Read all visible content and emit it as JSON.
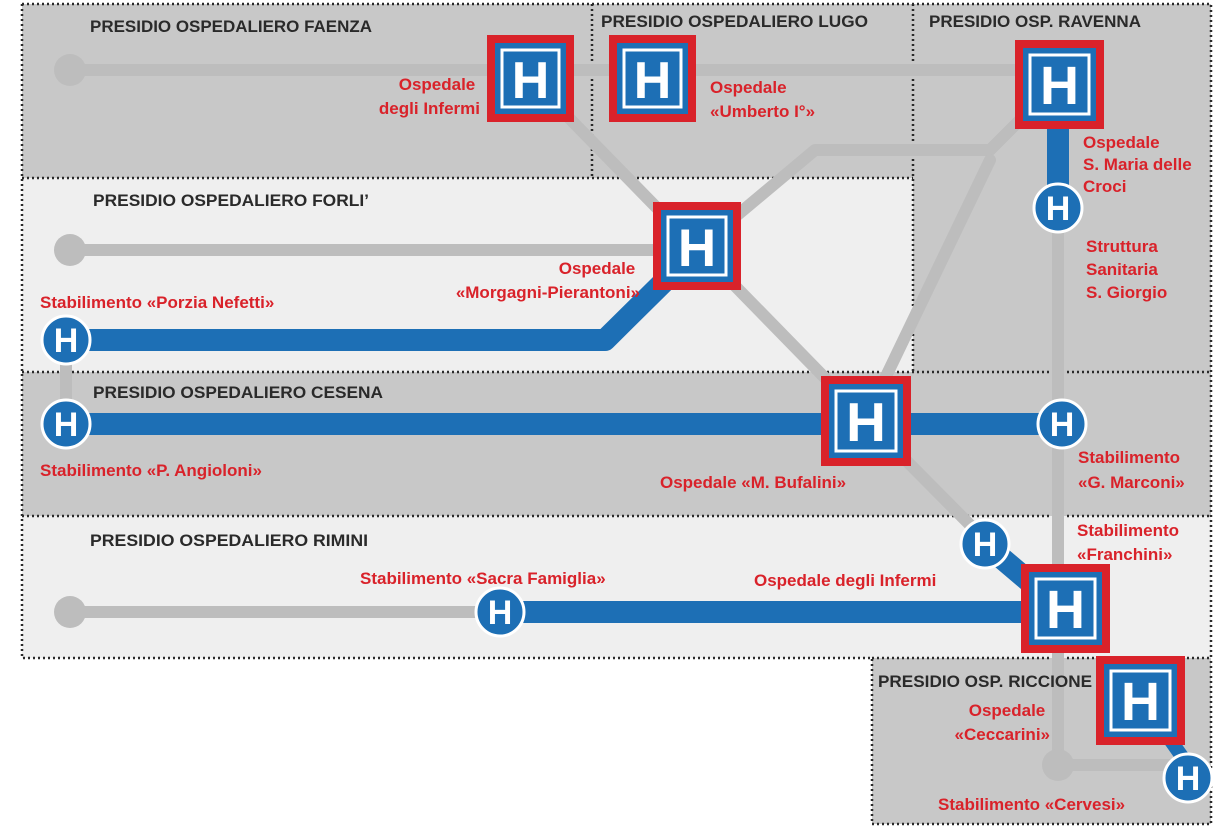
{
  "colors": {
    "zone_dark": "#c8c8c8",
    "zone_light": "#efefef",
    "line_gray": "#bdbdbd",
    "line_blue": "#1d6fb5",
    "hospital_red": "#d9222a",
    "hospital_blue": "#1d6fb5",
    "label_red": "#d9222a",
    "title_text": "#2a2a2a"
  },
  "icon": "hospital-h-icon",
  "hospital_letter": "H",
  "zones": {
    "faenza": "PRESIDIO OSPEDALIERO FAENZA",
    "lugo": "PRESIDIO OSPEDALIERO LUGO",
    "ravenna": "PRESIDIO OSP. RAVENNA",
    "forli": "PRESIDIO OSPEDALIERO FORLI’",
    "cesena": "PRESIDIO OSPEDALIERO CESENA",
    "rimini": "PRESIDIO OSPEDALIERO RIMINI",
    "riccione": "PRESIDIO OSP. RICCIONE"
  },
  "labels": {
    "faenza_hosp": [
      "Ospedale",
      "degli Infermi"
    ],
    "lugo_hosp": [
      "Ospedale",
      "«Umberto I°»"
    ],
    "ravenna_hosp": [
      "Ospedale",
      "S. Maria delle",
      "Croci"
    ],
    "sgiorgio": [
      "Struttura",
      "Sanitaria",
      "S. Giorgio"
    ],
    "forli_hosp": [
      "Ospedale",
      "«Morgagni-Pierantoni»"
    ],
    "nefetti": [
      "Stabilimento «Porzia Nefetti»"
    ],
    "angioloni": [
      "Stabilimento «P. Angioloni»"
    ],
    "bufalini": [
      "Ospedale «M. Bufalini»"
    ],
    "marconi": [
      "Stabilimento",
      "«G. Marconi»"
    ],
    "franchini": [
      "Stabilimento",
      "«Franchini»"
    ],
    "sacra_famiglia": [
      "Stabilimento «Sacra Famiglia»"
    ],
    "rimini_hosp": [
      "Ospedale degli Infermi"
    ],
    "ceccarini": [
      "Ospedale",
      "«Ceccarini»"
    ],
    "cervesi": [
      "Stabilimento «Cervesi»"
    ]
  }
}
